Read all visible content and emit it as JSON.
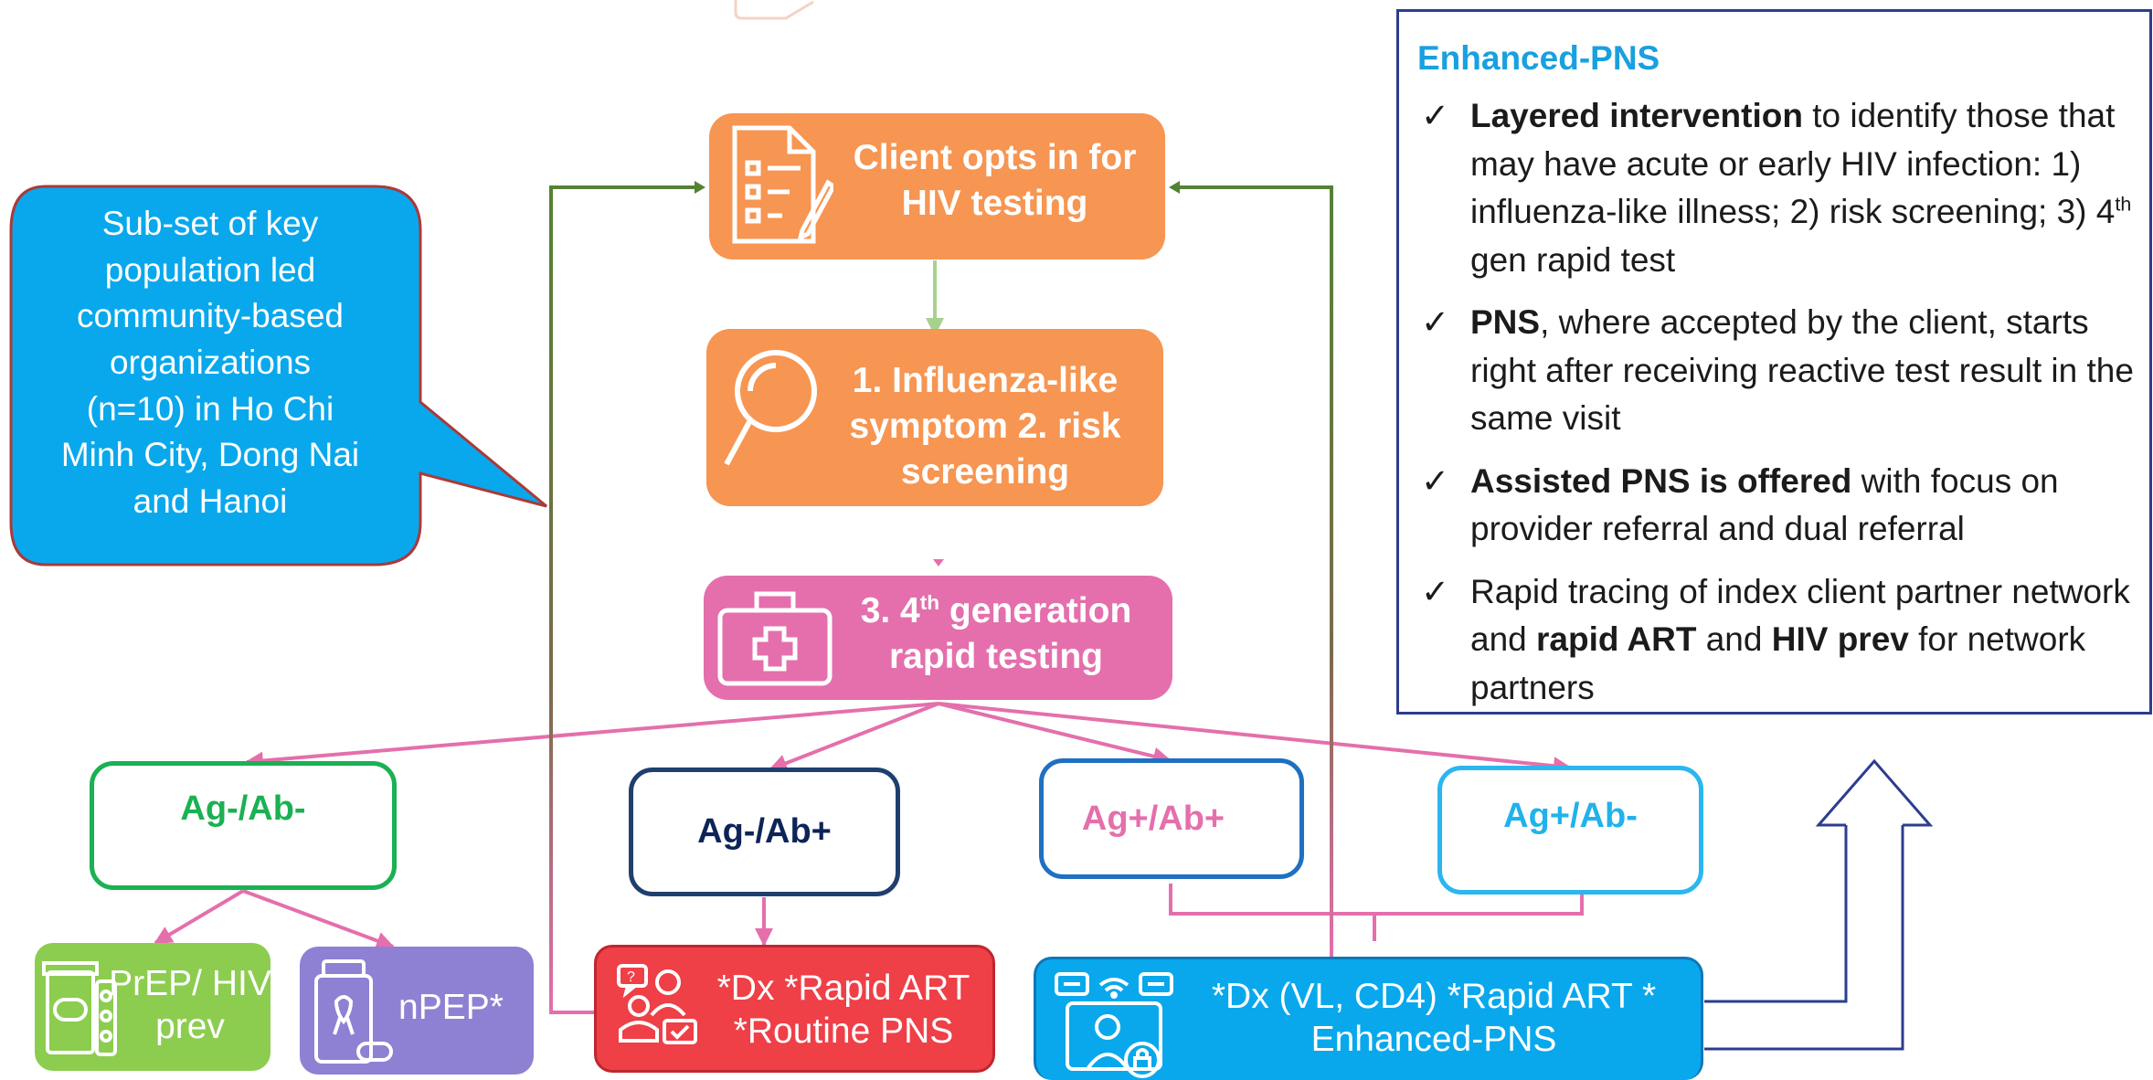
{
  "callout": {
    "lines": [
      "Sub-set of key",
      "population led",
      "community-based",
      "organizations",
      "(n=10) in Ho Chi",
      "Minh City, Dong Nai",
      "and Hanoi"
    ]
  },
  "steps": {
    "opt_in": "Client opts in for HIV testing",
    "screening": "1. Influenza-like symptom 2. risk screening",
    "testing_prefix": "3. 4",
    "testing_sup": "th",
    "testing_suffix": " generation rapid testing"
  },
  "results": {
    "r1": "Ag-/Ab-",
    "r2": "Ag-/Ab+",
    "r3": "Ag+/Ab+",
    "r4": "Ag+/Ab-"
  },
  "outcomes": {
    "prep": "PrEP/ HIV prev",
    "npep": "nPEP*",
    "dx_art_line1": "*Dx *Rapid ART",
    "dx_art_line2": "*Routine PNS",
    "dx_enh_line1": "*Dx (VL, CD4) *Rapid ART *",
    "dx_enh_line2": "Enhanced-PNS"
  },
  "pns_panel": {
    "title": "Enhanced-PNS",
    "check": "✓",
    "items": [
      {
        "b1": "Layered intervention",
        "t1": " to identify those that may have acute or early HIV infection: 1) influenza-like illness; 2) risk screening; 3) 4",
        "sup": "th",
        "t2": " gen rapid test"
      },
      {
        "b1": "PNS",
        "t1": ", where accepted by the client, starts right after receiving reactive test result in the same visit"
      },
      {
        "b1": "Assisted PNS is offered",
        "t1": " with focus on provider referral and dual referral"
      },
      {
        "t0": "Rapid tracing of index client partner network and ",
        "b1": "rapid ART",
        "t1": " and ",
        "b2": "HIV prev",
        "t2": " for network partners"
      }
    ]
  },
  "colors": {
    "orange": "#f79552",
    "pink": "#e46fac",
    "green_arrow": "#548235",
    "blue_callout": "#09a8ec",
    "panel_border": "#2b3d8f"
  }
}
